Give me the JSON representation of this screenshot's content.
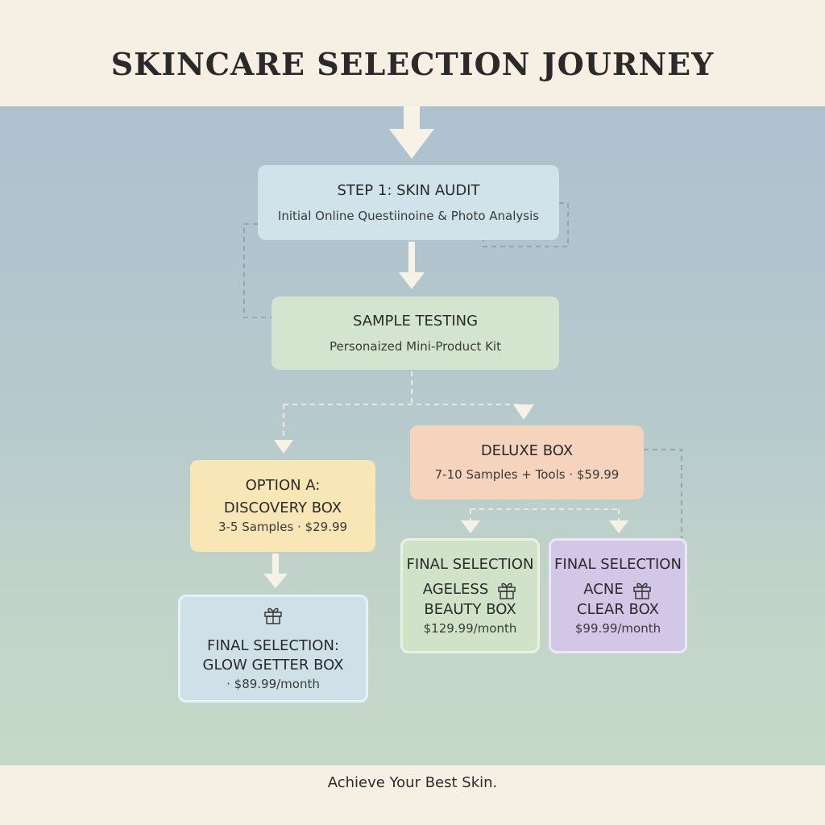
{
  "title": "SKINCARE SELECTION JOURNEY",
  "tagline": "Achieve Your Best Skin.",
  "colors": {
    "header_bg": "#f6f0e4",
    "arrow": "#f7f2e6",
    "dashed_line": "#8f9aa5"
  },
  "steps": {
    "audit": {
      "title": "STEP 1: SKIN AUDIT",
      "subtitle": "Initial Online Questiinoine & Photo Analysis"
    },
    "sample": {
      "title": "SAMPLE TESTING",
      "subtitle": "Personaized Mini-Product Kit"
    },
    "deluxe": {
      "title": "DELUXE BOX",
      "subtitle": "7-10 Samples + Tools · $59.99"
    },
    "option_a": {
      "line1": "OPTION A:",
      "line2": "DISCOVERY BOX",
      "subtitle": "3-5 Samples · $29.99"
    },
    "glow": {
      "line1": "FINAL SELECTION:",
      "line2": "GLOW GETTER BOX",
      "price": "· $89.99/month",
      "icon": "gift-icon"
    },
    "ageless": {
      "line1": "FINAL SELECTION",
      "line2": "AGELESS",
      "line3": "BEAUTY BOX",
      "price": "$129.99/month",
      "icon": "gift-icon"
    },
    "acne": {
      "line1": "FINAL SELECTION",
      "line2": "ACNE",
      "line3": "CLEAR BOX",
      "price": "$99.99/month",
      "icon": "gift-icon"
    }
  }
}
